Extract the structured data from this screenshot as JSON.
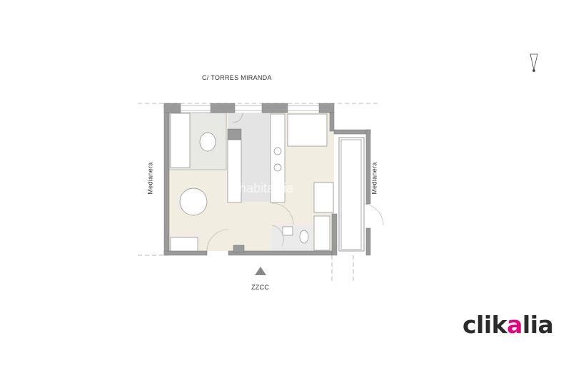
{
  "street_label": "C/ TORRES MIRANDA",
  "left_boundary_label": "Medianera",
  "right_boundary_label": "Medianera",
  "entrance_label": "ZZCC",
  "watermark": "habitaclia",
  "logo": {
    "prefix": "clik",
    "accent": "a",
    "suffix": "lia",
    "brand_color": "#e6007e",
    "text_color": "#2b2b2b"
  },
  "colors": {
    "floor": "#f1ede0",
    "wall": "#9a9a9a",
    "kitchen_floor": "#e4e4e4",
    "rug": "#e8e8e4"
  }
}
